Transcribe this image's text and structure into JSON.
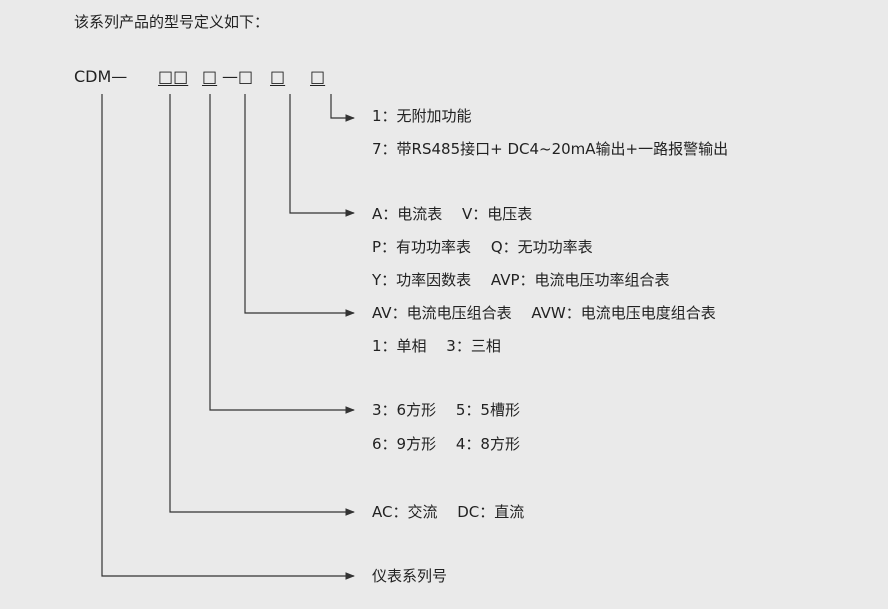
{
  "intro": "该系列产品的型号定义如下：",
  "code": {
    "prefix": "CDM—",
    "box_pair": "□□",
    "box": "□",
    "dash_box": "—□",
    "box_a": "□",
    "box_b": "□"
  },
  "groups": {
    "function": [
      "1：无附加功能",
      "7：带RS485接口+ DC4~20mA输出+一路报警输出"
    ],
    "measure": [
      "A：电流表　 V：电压表",
      "P：有功功率表　 Q：无功功率表",
      "Y：功率因数表　 AVP：电流电压功率组合表",
      "AV：电流电压组合表　 AVW：电流电压电度组合表"
    ],
    "phase": [
      "1：单相　 3：三相"
    ],
    "shape": [
      "3：6方形　 5：5槽形",
      "6：9方形　 4：8方形"
    ],
    "current": [
      "AC：交流　 DC：直流"
    ],
    "series": [
      "仪表系列号"
    ]
  }
}
